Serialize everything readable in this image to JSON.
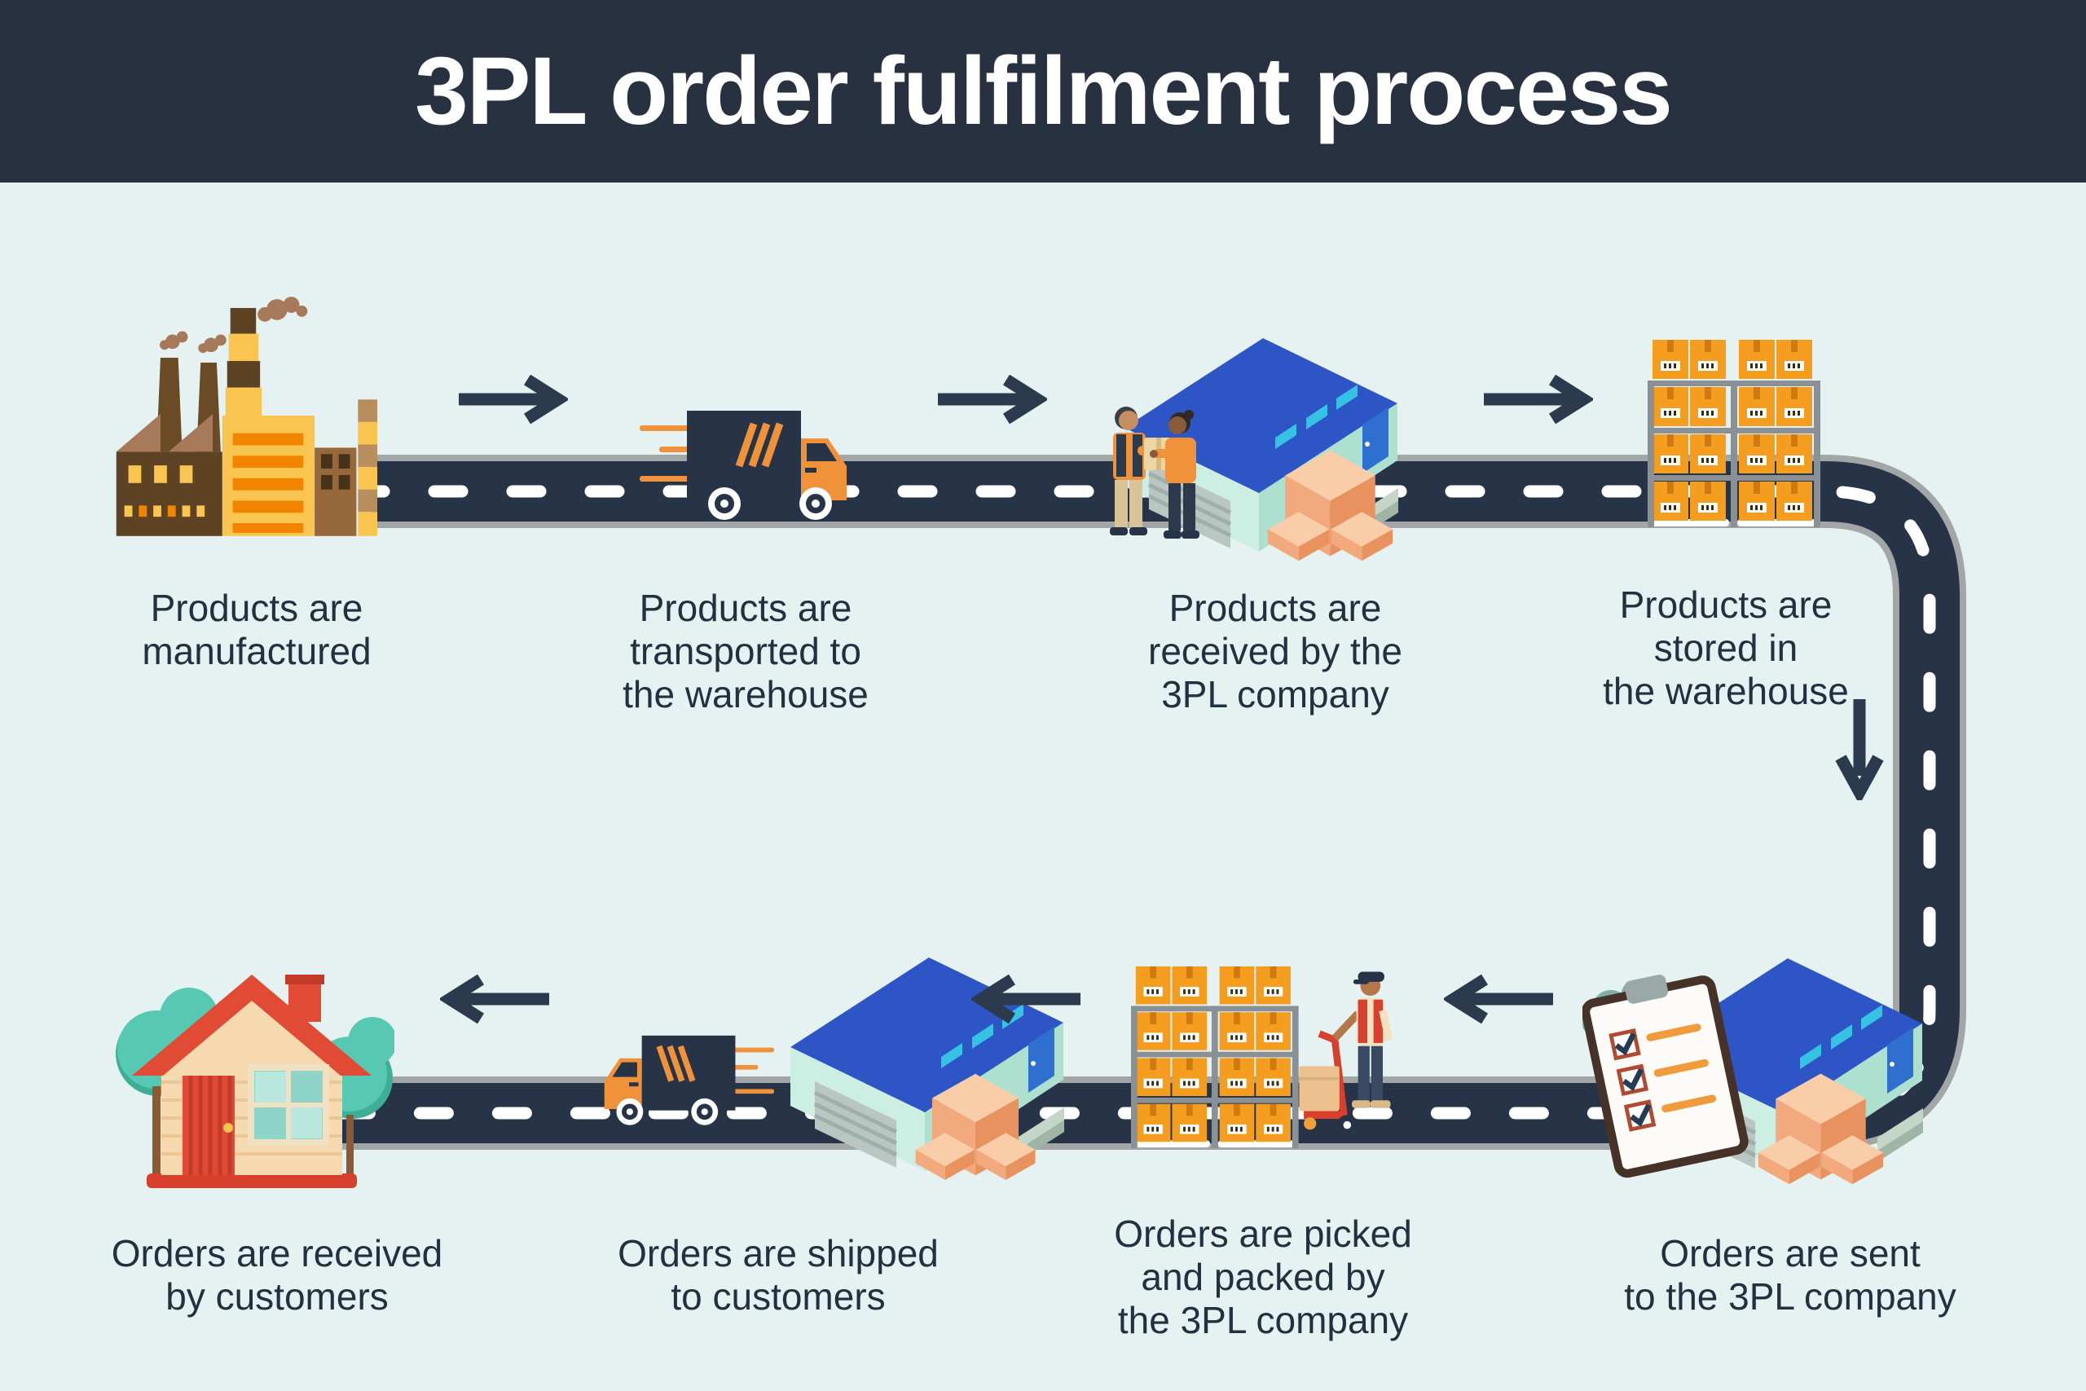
{
  "header": {
    "title": "3PL order fulfilment process"
  },
  "steps": [
    {
      "name": "products-manufactured",
      "icon": "factory-icon",
      "lines": [
        "Products are",
        "manufactured",
        ""
      ]
    },
    {
      "name": "products-transported",
      "icon": "delivery-truck-icon",
      "lines": [
        "Products are",
        "transported to",
        "the warehouse"
      ]
    },
    {
      "name": "products-received",
      "icon": "warehouse-receiving-icon",
      "lines": [
        "Products are",
        "received by the",
        "3PL company"
      ]
    },
    {
      "name": "products-stored",
      "icon": "storage-shelves-icon",
      "lines": [
        "Products are",
        "stored in",
        "the warehouse"
      ]
    },
    {
      "name": "orders-sent",
      "icon": "warehouse-checklist-icon",
      "lines": [
        "Orders are sent",
        "to the 3PL company",
        ""
      ]
    },
    {
      "name": "orders-picked-packed",
      "icon": "picking-packing-icon",
      "lines": [
        "Orders are picked",
        "and packed by",
        "the 3PL company"
      ]
    },
    {
      "name": "orders-shipped",
      "icon": "shipping-truck-icon",
      "lines": [
        "Orders are shipped",
        "to customers",
        ""
      ]
    },
    {
      "name": "orders-received",
      "icon": "customer-house-icon",
      "lines": [
        "Orders are received",
        "by customers",
        ""
      ]
    }
  ],
  "colors": {
    "background": "#e5f2f1",
    "header_bg": "#273140",
    "title_text": "#ffffff",
    "caption_text": "#213140",
    "road_asphalt": "#273447",
    "road_border": "#a2a6a7",
    "lane_marking": "#ffffff",
    "arrow": "#2b3a4d",
    "accent_orange": "#f0923a",
    "carton_orange": "#f59d1e",
    "crate_peach": "#f2a97e",
    "roof_blue": "#2d55c5",
    "wall_mint": "#bfe9da",
    "house_red": "#e14b36",
    "tree_teal": "#57c9b2",
    "factory_yellow": "#f9c450"
  }
}
